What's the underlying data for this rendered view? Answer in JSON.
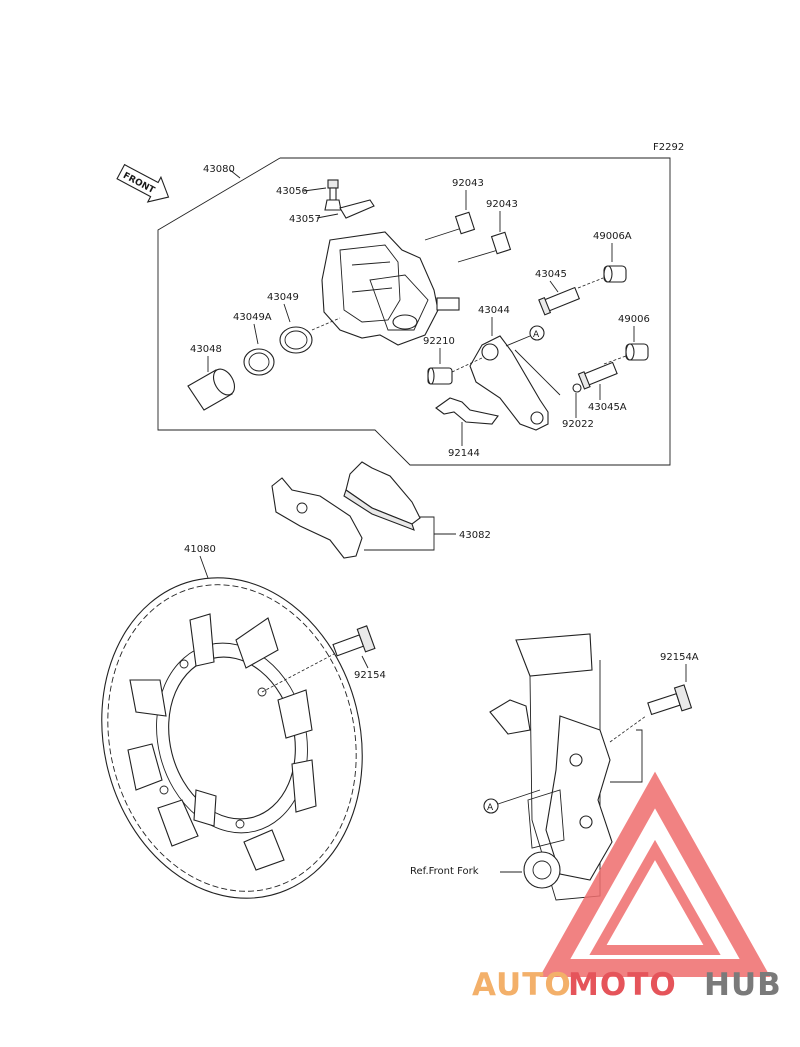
{
  "figure_code": "F2292",
  "front_arrow_text": "FRONT",
  "circle_marker": "A",
  "parts": {
    "caliper_assy": "43080",
    "bleeder_valve": "43056",
    "bleeder_cap": "43057",
    "pin_upper": "92043",
    "pin_lower": "92043",
    "bushing_a": "49006A",
    "bolt_a": "43045",
    "bracket": "43044",
    "bushing": "49006",
    "sleeve": "92210",
    "piston_seal_dust": "43049A",
    "piston_seal": "43049",
    "piston": "43048",
    "bolt_b": "43045A",
    "boot_ring": "92022",
    "spring": "92144",
    "pad_set": "43082",
    "disc": "41080",
    "disc_bolt": "92154",
    "caliper_bolt": "92154A"
  },
  "ref_label": "Ref.Front Fork",
  "watermark": {
    "part1": "AUTO",
    "part2": "MOTO",
    "part3": "HUB",
    "colors": {
      "auto": "#f3b06a",
      "moto": "#e5545a",
      "hub": "#7a7a7a",
      "triangle": "#ef6d6d"
    }
  }
}
